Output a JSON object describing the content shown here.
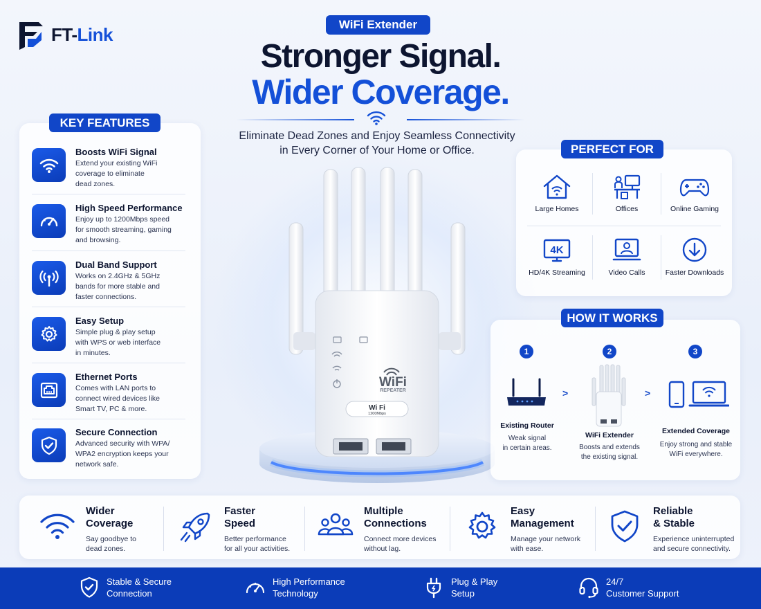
{
  "brand": {
    "name_prefix": "FT-",
    "name_suffix": "Link"
  },
  "hero": {
    "badge": "WiFi Extender",
    "headline_1": "Stronger Signal.",
    "headline_2": "Wider Coverage.",
    "subtitle_1": "Eliminate Dead Zones and Enjoy Seamless Connectivity",
    "subtitle_2": "in Every Corner of Your Home or Office."
  },
  "product": {
    "brand_mark": "WiFi",
    "brand_sub": "REPEATER",
    "badge_text": "Wi Fi",
    "badge_speed": "1200Mbps"
  },
  "key_features": {
    "title": "KEY FEATURES",
    "items": [
      {
        "icon": "wifi-icon",
        "title": "Boosts WiFi Signal",
        "desc": [
          "Extend your existing WiFi",
          "coverage to eliminate",
          "dead zones."
        ]
      },
      {
        "icon": "speedometer-icon",
        "title": "High Speed Performance",
        "desc": [
          "Enjoy up to 1200Mbps speed",
          "for smooth streaming, gaming",
          "and browsing."
        ]
      },
      {
        "icon": "antenna-icon",
        "title": "Dual Band Support",
        "desc": [
          "Works on 2.4GHz & 5GHz",
          "bands for more stable and",
          "faster connections."
        ]
      },
      {
        "icon": "gear-icon",
        "title": "Easy Setup",
        "desc": [
          "Simple plug & play setup",
          "with WPS or web interface",
          "in minutes."
        ]
      },
      {
        "icon": "ethernet-port-icon",
        "title": "Ethernet Ports",
        "desc": [
          "Comes with LAN ports to",
          "connect wired devices like",
          "Smart TV, PC & more."
        ]
      },
      {
        "icon": "shield-check-icon",
        "title": "Secure Connection",
        "desc": [
          "Advanced security with WPA/",
          "WPA2 encryption keeps your",
          "network safe."
        ]
      }
    ]
  },
  "perfect_for": {
    "title": "PERFECT FOR",
    "items": [
      {
        "icon": "home-wifi-icon",
        "label": "Large Homes"
      },
      {
        "icon": "office-desk-icon",
        "label": "Offices"
      },
      {
        "icon": "gamepad-icon",
        "label": "Online Gaming"
      },
      {
        "icon": "tv-4k-icon",
        "label": "HD/4K Streaming",
        "icon_text": "4K"
      },
      {
        "icon": "video-call-icon",
        "label": "Video Calls"
      },
      {
        "icon": "download-icon",
        "label": "Faster Downloads"
      }
    ]
  },
  "how_it_works": {
    "title": "HOW IT WORKS",
    "steps": [
      {
        "num": "1",
        "title": "Existing Router",
        "desc": [
          "Weak signal",
          "in certain areas."
        ]
      },
      {
        "num": "2",
        "title": "WiFi Extender",
        "desc": [
          "Boosts and extends",
          "the existing signal."
        ]
      },
      {
        "num": "3",
        "title": "Extended Coverage",
        "desc": [
          "Enjoy strong and stable",
          "WiFi everywhere."
        ]
      }
    ],
    "arrow": ">"
  },
  "benefits": [
    {
      "icon": "wifi-icon",
      "title": [
        "Wider",
        "Coverage"
      ],
      "desc": [
        "Say goodbye to",
        "dead zones."
      ]
    },
    {
      "icon": "rocket-icon",
      "title": [
        "Faster",
        "Speed"
      ],
      "desc": [
        "Better performance",
        "for all your activities."
      ]
    },
    {
      "icon": "users-icon",
      "title": [
        "Multiple",
        "Connections"
      ],
      "desc": [
        "Connect more devices",
        "without lag."
      ]
    },
    {
      "icon": "gear-icon",
      "title": [
        "Easy",
        "Management"
      ],
      "desc": [
        "Manage your network",
        "with ease."
      ]
    },
    {
      "icon": "shield-check-icon",
      "title": [
        "Reliable",
        "& Stable"
      ],
      "desc": [
        "Experience uninterrupted",
        "and secure connectivity."
      ]
    }
  ],
  "footer": [
    {
      "icon": "shield-check-icon",
      "lines": [
        "Stable & Secure",
        "Connection"
      ]
    },
    {
      "icon": "speedometer-icon",
      "lines": [
        "High Performance",
        "Technology"
      ]
    },
    {
      "icon": "plug-icon",
      "lines": [
        "Plug & Play",
        "Setup"
      ]
    },
    {
      "icon": "headset-icon",
      "lines": [
        "24/7",
        "Customer Support"
      ]
    }
  ],
  "colors": {
    "brand_blue": "#1146c8",
    "accent_blue": "#1450d8",
    "text_dark": "#0d1530"
  }
}
